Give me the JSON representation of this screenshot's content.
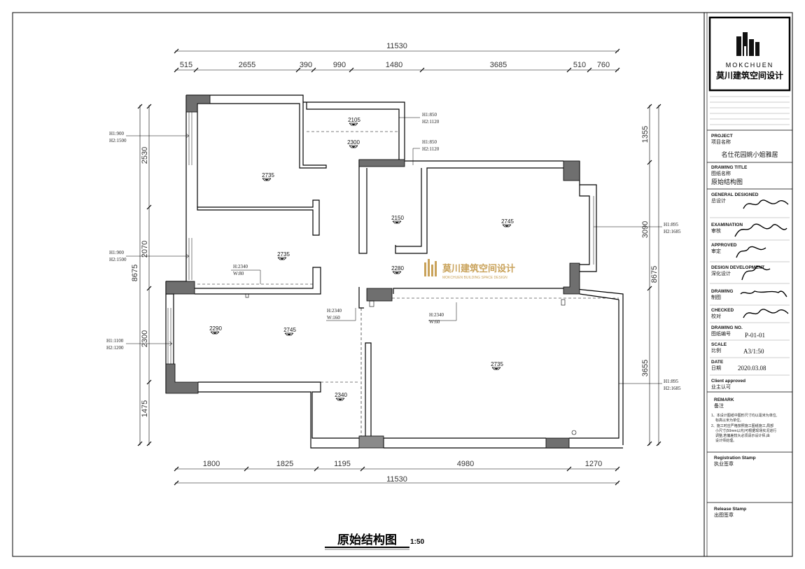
{
  "drawing": {
    "title": "原始结构图",
    "scale_label": "1:50",
    "watermark_cn": "莫川建筑空间设计",
    "watermark_en": "MOKCHUEN BUILDING SPACE DESIGN"
  },
  "dims": {
    "top_total": "11530",
    "top_segments": [
      "515",
      "2655",
      "390",
      "990",
      "1480",
      "3685",
      "510",
      "760"
    ],
    "bottom_total": "11530",
    "bottom_segments": [
      "1800",
      "1825",
      "1195",
      "4980",
      "1270"
    ],
    "left_total": "8675",
    "left_segments": [
      "2530",
      "2070",
      "2300",
      "1475"
    ],
    "right_total": "8675",
    "right_segments": [
      "1355",
      "3090",
      "3655"
    ]
  },
  "levels": [
    "2105",
    "2300",
    "2735",
    "2150",
    "2745",
    "2735",
    "2280",
    "2290",
    "2745",
    "2735",
    "2340"
  ],
  "window_notes": {
    "left1": [
      "H1:900",
      "H2:1500"
    ],
    "left2": [
      "H1:900",
      "H2:1500"
    ],
    "left3": [
      "H1:1100",
      "H2:1200"
    ],
    "top1": [
      "H1:850",
      "H2:1120"
    ],
    "top2": [
      "H1:850",
      "H2:1120"
    ],
    "right1": [
      "H1:895",
      "H2:1685"
    ],
    "right2": [
      "H1:895",
      "H2:1685"
    ]
  },
  "beam_notes": {
    "b1": [
      "H:2340",
      "W:80"
    ],
    "b2": [
      "H:2340",
      "W:160"
    ],
    "b3": [
      "H:2340",
      "W:60"
    ]
  },
  "title_block": {
    "logo_en": "MOKCHUEN",
    "logo_cn": "莫川建筑空间设计",
    "project_label": "PROJECT",
    "project_cn": "项目名称",
    "project_value": "名仕花园姚小姐雅居",
    "drawing_title_label": "DRAWING TITLE",
    "drawing_title_cn": "图纸名称",
    "drawing_title_value": "原始结构图",
    "general_label": "GENERAL DESIGNED",
    "general_cn": "总设计",
    "examination_label": "EXAMINATION",
    "examination_cn": "审核",
    "approved_label": "APPROVED",
    "approved_cn": "审定",
    "development_label": "DESIGN DEVELOPMENT",
    "development_cn": "深化设计",
    "drawing_label": "DRAWING",
    "drawing_cn": "制图",
    "checked_label": "CHECKED",
    "checked_cn": "校对",
    "drawing_no_label": "DRAWING NO.",
    "drawing_no_cn": "图纸编号",
    "drawing_no_value": "P-01-01",
    "scale_label": "SCALE",
    "scale_cn": "比例",
    "scale_value": "A3/1:50",
    "date_label": "DATE",
    "date_cn": "日期",
    "date_value": "2020.03.08",
    "client_label": "Client approved",
    "client_cn": "业主认可",
    "remark_label": "REMARK",
    "remark_cn": "备注",
    "remark_1a": "1、本设计图纸中图形尺寸均以毫米为单位,",
    "remark_1b": "标高以米为单位。",
    "remark_2a": "2、施工时应严格按照施工图纸施工,局部",
    "remark_2b": "小尺寸(50mm以内)可根据现场实况进行",
    "remark_2c": "调整,若偏差较大必须请示设计师,由",
    "remark_2d": "设计师处理。",
    "registration_label": "Registration Stamp",
    "registration_cn": "执业签章",
    "release_label": "Release Stamp",
    "release_cn": "出图签章"
  },
  "colors": {
    "column": "#6f6f6f",
    "wall": "#000000",
    "watermark": "#c9a25a"
  }
}
